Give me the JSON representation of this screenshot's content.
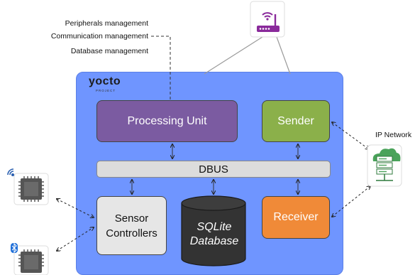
{
  "notes": [
    "Peripherals management",
    "Communication management",
    "Database management"
  ],
  "logo": {
    "name": "yocto",
    "sub": "PROJECT"
  },
  "boxes": {
    "processing": "Processing Unit",
    "sender": "Sender",
    "dbus": "DBUS",
    "sensor": [
      "Sensor",
      "Controllers"
    ],
    "receiver": "Receiver",
    "database": [
      "SQLite",
      "Database"
    ]
  },
  "ip_network": "IP Network",
  "icons": [
    "router-icon",
    "cloud-server-icon",
    "wifi-chip-icon",
    "bluetooth-chip-icon"
  ],
  "colors": {
    "board": "#6f95ff",
    "processing": "#7b5ba1",
    "sender": "#8bb04a",
    "receiver": "#f08a38",
    "database": "#333333",
    "router": "#8a2a9b"
  }
}
